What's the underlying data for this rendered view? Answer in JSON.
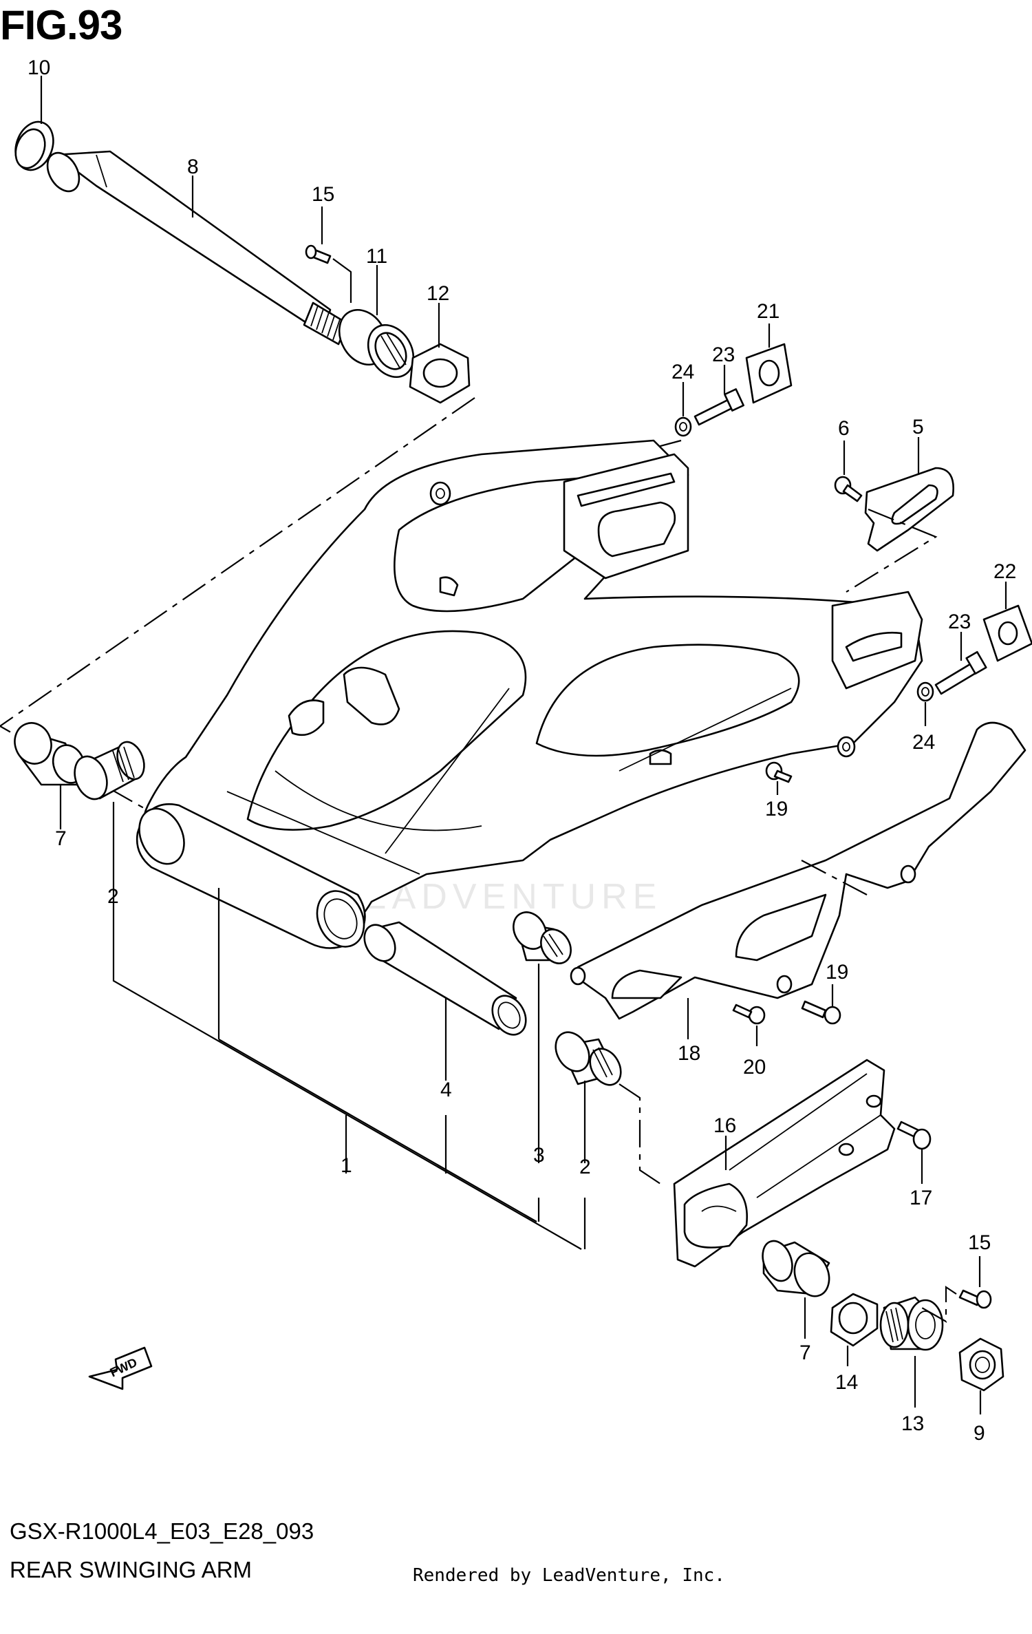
{
  "header": {
    "figure_label": "FIG.93"
  },
  "footer": {
    "model_code": "GSX-R1000L4_E03_E28_093",
    "diagram_name": "REAR SWINGING ARM",
    "render_credit": "Rendered by LeadVenture, Inc."
  },
  "watermark": {
    "text": "LEADVENTURE"
  },
  "direction_arrow": {
    "label": "FWD"
  },
  "callouts": {
    "c10": "10",
    "c8": "8",
    "c15a": "15",
    "c11": "11",
    "c12": "12",
    "c21": "21",
    "c23a": "23",
    "c24a": "24",
    "c6": "6",
    "c5": "5",
    "c22": "22",
    "c23b": "23",
    "c24b": "24",
    "c7a": "7",
    "c2a": "2",
    "c19a": "19",
    "c19b": "19",
    "c18": "18",
    "c20": "20",
    "c4": "4",
    "c1": "1",
    "c3": "3",
    "c2b": "2",
    "c16": "16",
    "c17": "17",
    "c15b": "15",
    "c7b": "7",
    "c14": "14",
    "c13": "13",
    "c9": "9"
  },
  "colors": {
    "ink": "#000000",
    "paper": "#ffffff",
    "watermark": "#e8e8e8"
  }
}
